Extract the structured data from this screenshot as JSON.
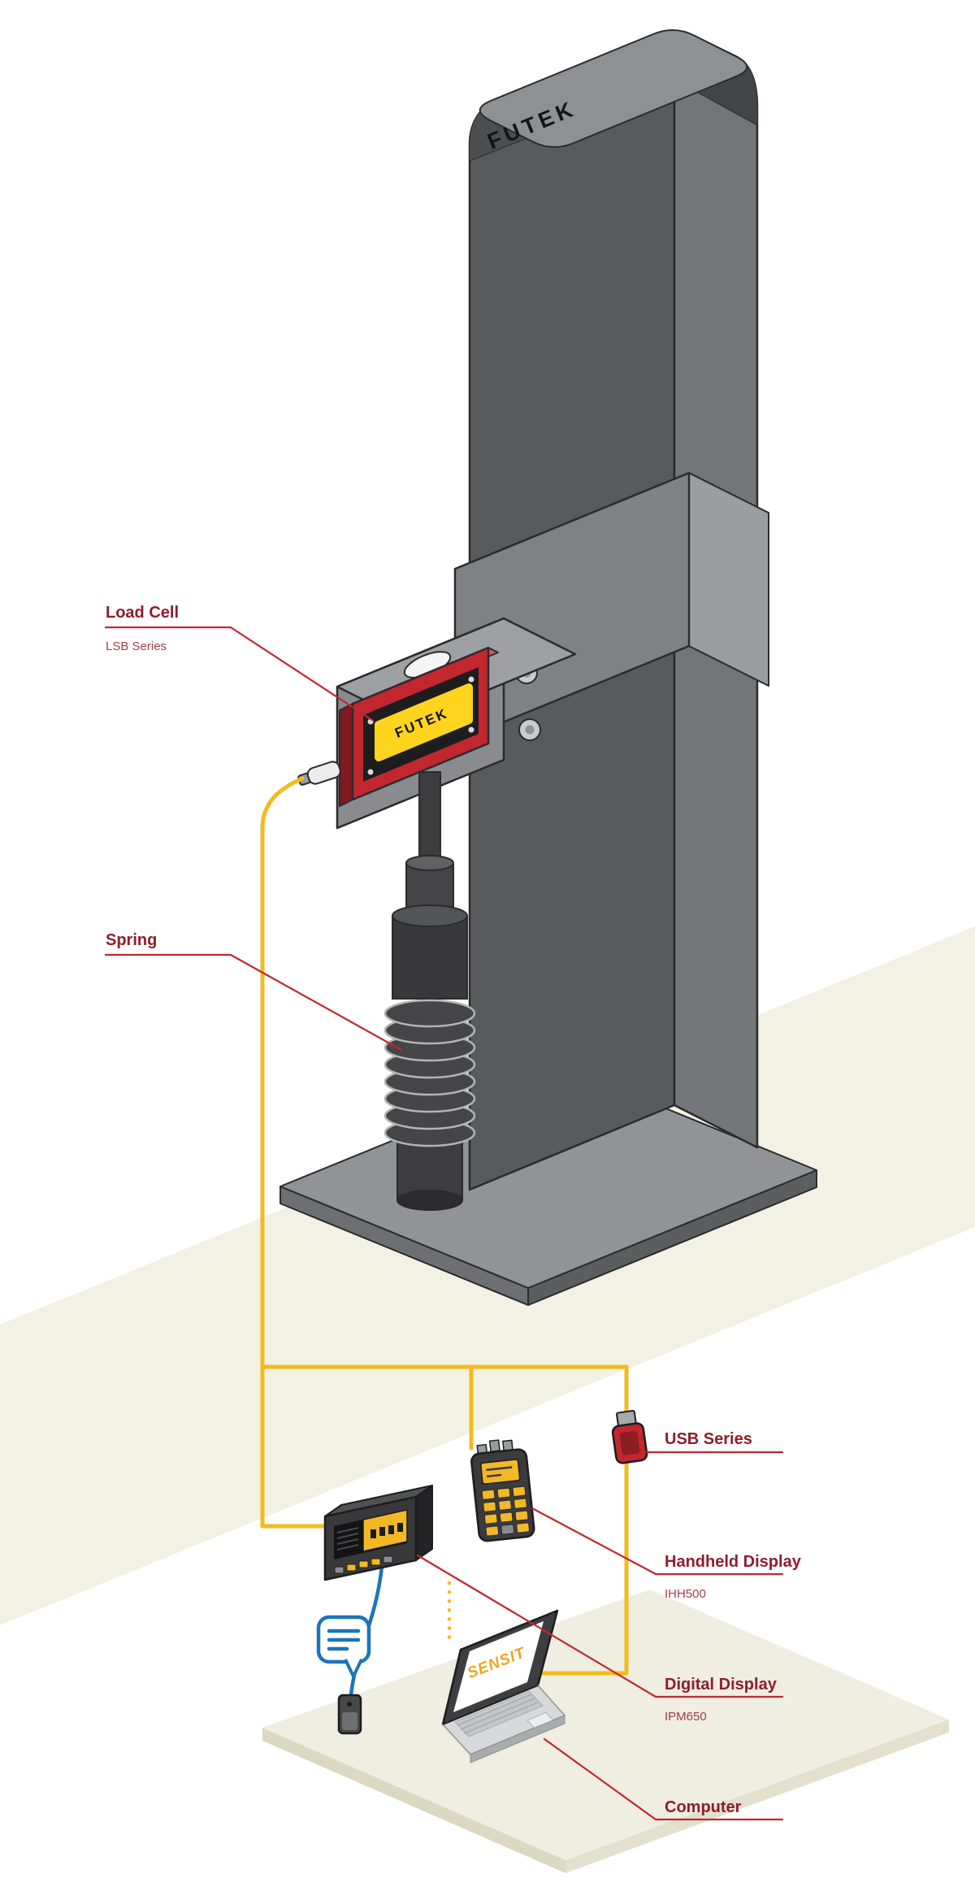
{
  "scene": {
    "column_brand": "FUTEK",
    "load_cell_brand": "FUTEK",
    "laptop_logo": "SENSIT"
  },
  "labels": {
    "load_cell": {
      "title": "Load Cell",
      "subtitle": "LSB Series"
    },
    "spring": {
      "title": "Spring"
    },
    "usb": {
      "title": "USB Series"
    },
    "handheld": {
      "title": "Handheld Display",
      "subtitle": "IHH500"
    },
    "digital_display": {
      "title": "Digital Display",
      "subtitle": "IPM650"
    },
    "computer": {
      "title": "Computer"
    }
  },
  "colors": {
    "cable_yellow": "#F3BB1C",
    "cable_blue": "#1B75BC",
    "label_line": "#C1272D",
    "label_text": "#8F1D2C",
    "load_cell_red": "#C1272D",
    "brand_label_yellow": "#FFD41F"
  }
}
